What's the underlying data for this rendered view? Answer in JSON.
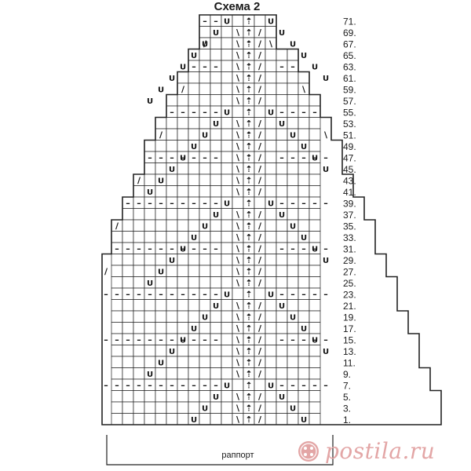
{
  "diagram": {
    "title": "Схема 2",
    "repeat_label": "раппорт",
    "row_labels": [
      "71.",
      "69.",
      "67.",
      "65.",
      "63.",
      "61.",
      "59.",
      "57.",
      "55.",
      "53.",
      "51.",
      "49.",
      "47.",
      "45.",
      "43.",
      "41.",
      "39.",
      "37.",
      "35.",
      "33.",
      "31.",
      "29.",
      "27.",
      "25.",
      "23.",
      "21.",
      "19.",
      "17.",
      "15.",
      "13.",
      "11.",
      "9.",
      "7.",
      "5.",
      "3.",
      "1."
    ],
    "symbols": {
      "purl": "–",
      "yarn_over": "U",
      "decrease_left": "\\",
      "decrease_right": "/",
      "double_decrease": "⇡"
    },
    "grid_color": "#222222",
    "symbol_color": "#111111"
  },
  "watermark": {
    "text": "postila.ru",
    "color": "#e3a6a6",
    "icon": "sewing-button-icon"
  }
}
